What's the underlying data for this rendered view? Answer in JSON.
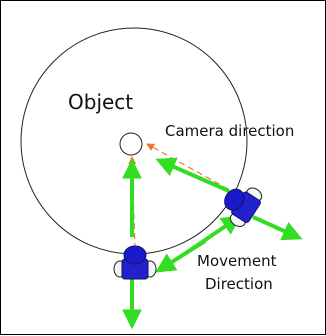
{
  "labels": {
    "object": "Object",
    "camera_direction": "Camera direction",
    "movement_line1": "Movement",
    "movement_line2": "Direction"
  },
  "colors": {
    "arrow": "#33dd22",
    "robot_body": "#2222cc",
    "robot_cap": "#1a1acc",
    "wheel": "#f4f4f4",
    "camera_ray": "#ee7733",
    "outline": "#222222"
  }
}
